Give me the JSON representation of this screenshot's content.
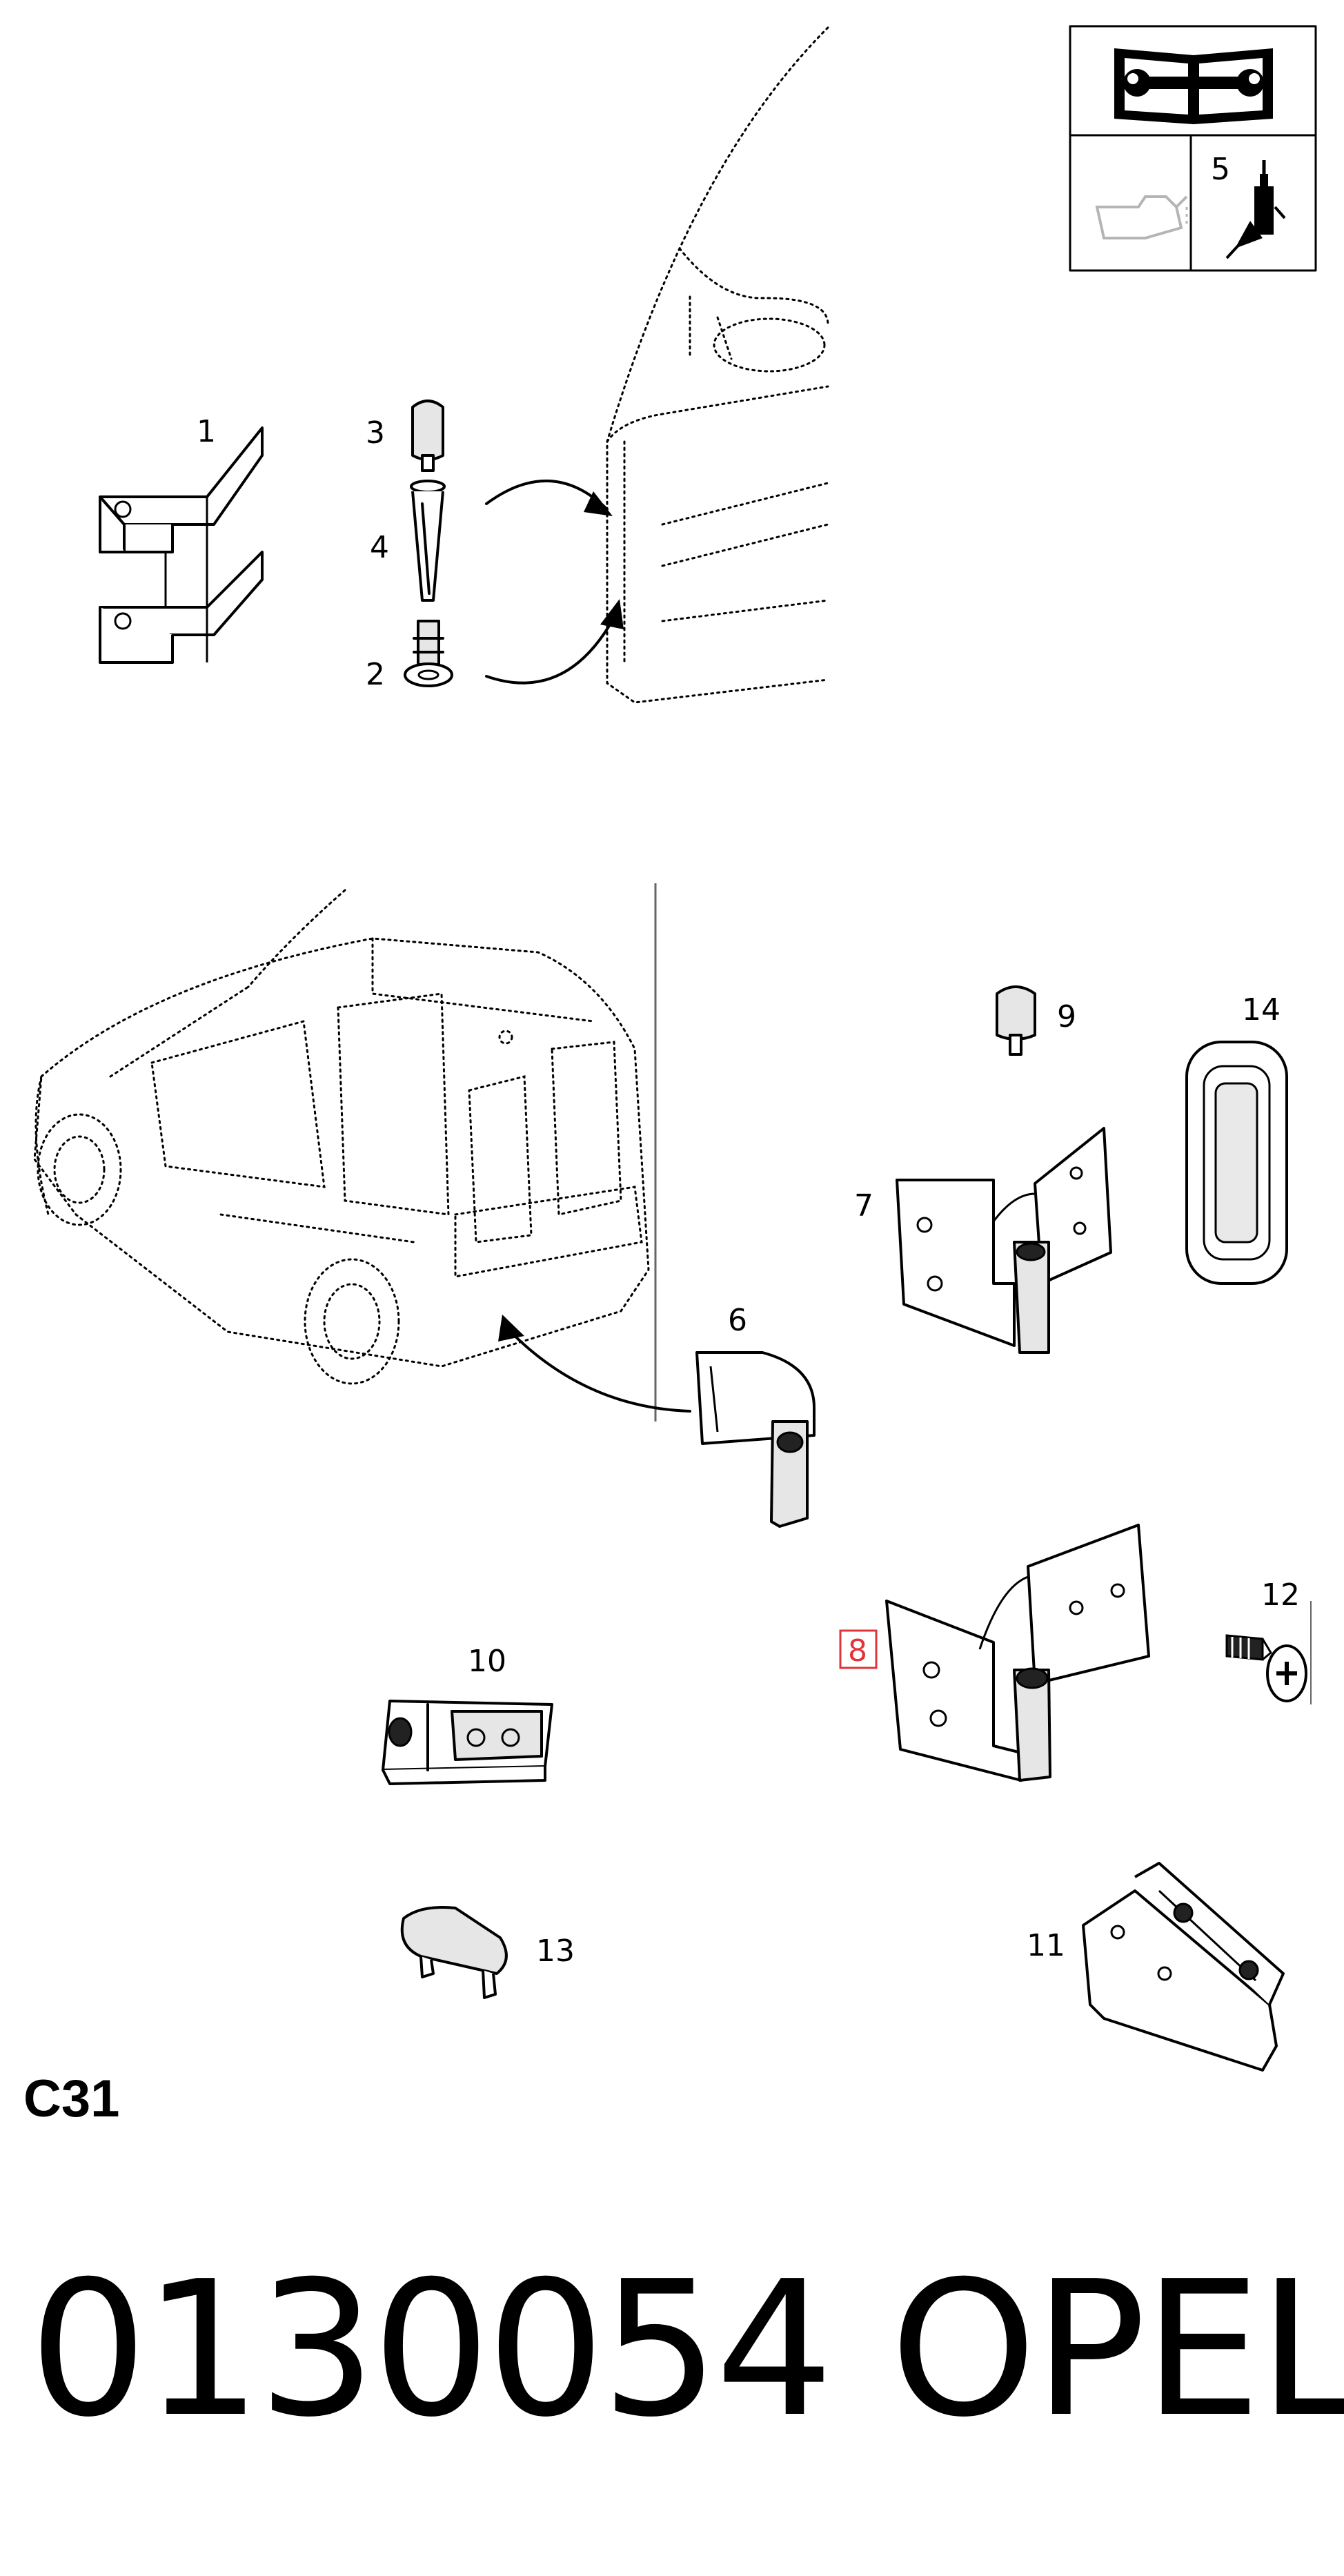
{
  "diagram": {
    "callouts": {
      "p1": "1",
      "p2": "2",
      "p3": "3",
      "p4": "4",
      "p5": "5",
      "p6": "6",
      "p7": "7",
      "p8": "8",
      "p9": "9",
      "p10": "10",
      "p11": "11",
      "p12": "12",
      "p13": "13",
      "p14": "14"
    },
    "highlighted_callout": "8",
    "highlight_color": "#e0343a",
    "icons": [
      "manual-wrench-icon",
      "oil-can-icon",
      "grease-tube-icon"
    ]
  },
  "section_code": "C31",
  "footer": {
    "part_code": "0130054",
    "brand": "OPEL"
  }
}
